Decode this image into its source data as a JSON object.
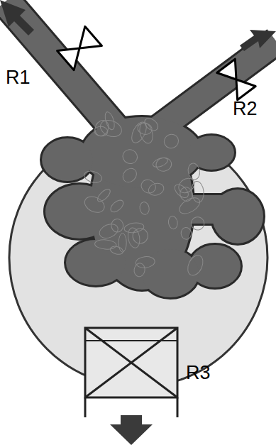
{
  "diagram": {
    "labels": [
      "R1",
      "R2",
      "R3"
    ]
  }
}
